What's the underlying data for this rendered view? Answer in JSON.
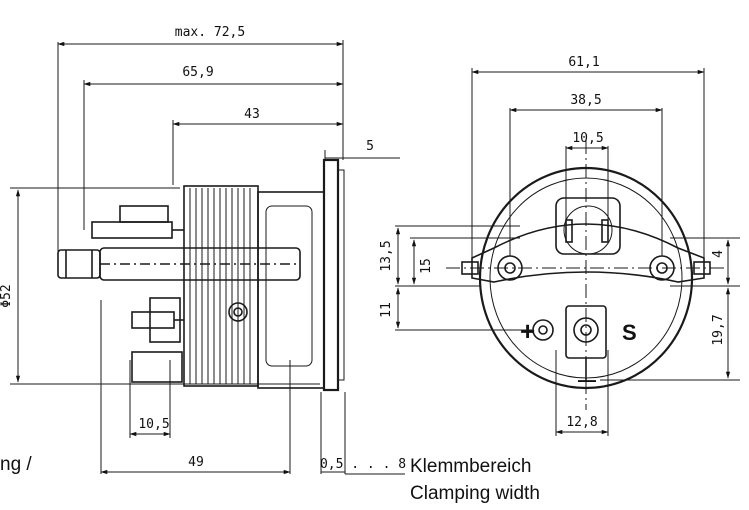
{
  "side_view": {
    "overall_length": "max. 72,5",
    "length_65": "65,9",
    "length_43": "43",
    "flange": "5",
    "diameter": "Φ52",
    "terminal_spacing": "10,5",
    "body_length": "49",
    "clamp_range": "0,5 . . . 8",
    "cut_text": "ng /"
  },
  "front_view": {
    "overall_width": "61,1",
    "bracket_width": "38,5",
    "top_spacing": "10,5",
    "height_13": "13,5",
    "height_15": "15",
    "height_11": "11",
    "height_4": "4",
    "height_19": "19,7",
    "bottom_spacing": "12,8",
    "plus_symbol": "+",
    "minus_symbol": "—",
    "s_symbol": "S"
  },
  "caption": {
    "de": "Klemmbereich",
    "en": "Clamping width"
  }
}
